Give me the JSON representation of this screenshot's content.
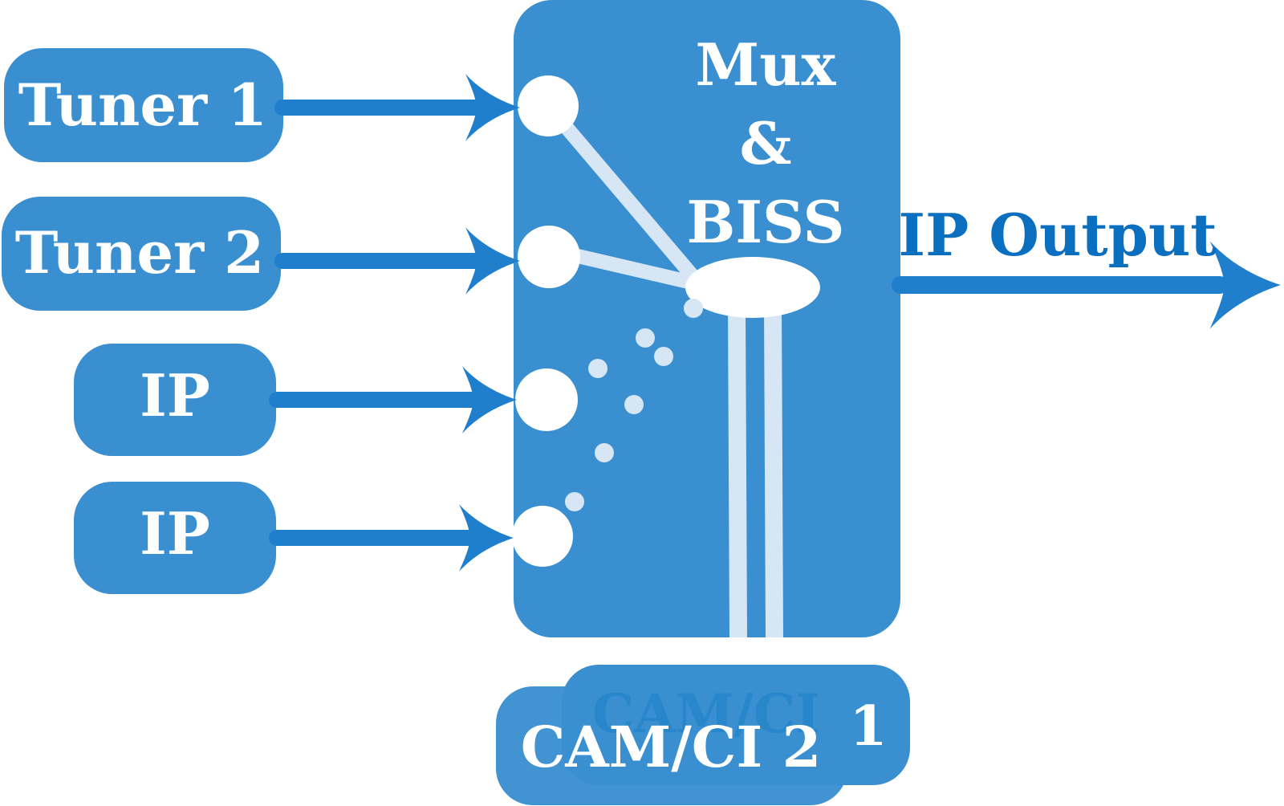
{
  "colors": {
    "box_fill": "#3a8fd0",
    "arrow": "#1f7fcc",
    "output_text": "#0b6fc0",
    "node": "#ffffff",
    "path": "#d6e6f5"
  },
  "inputs": [
    {
      "label": "Tuner 1"
    },
    {
      "label": "Tuner 2"
    },
    {
      "label": "IP"
    },
    {
      "label": "IP"
    }
  ],
  "mux": {
    "line1": "Mux",
    "line2": "&",
    "line3": "BISS"
  },
  "output": {
    "label": "IP Output"
  },
  "cam": {
    "back_label_ghost": "CAM/CI",
    "back_label_number": "1",
    "front_label": "CAM/CI 2"
  }
}
